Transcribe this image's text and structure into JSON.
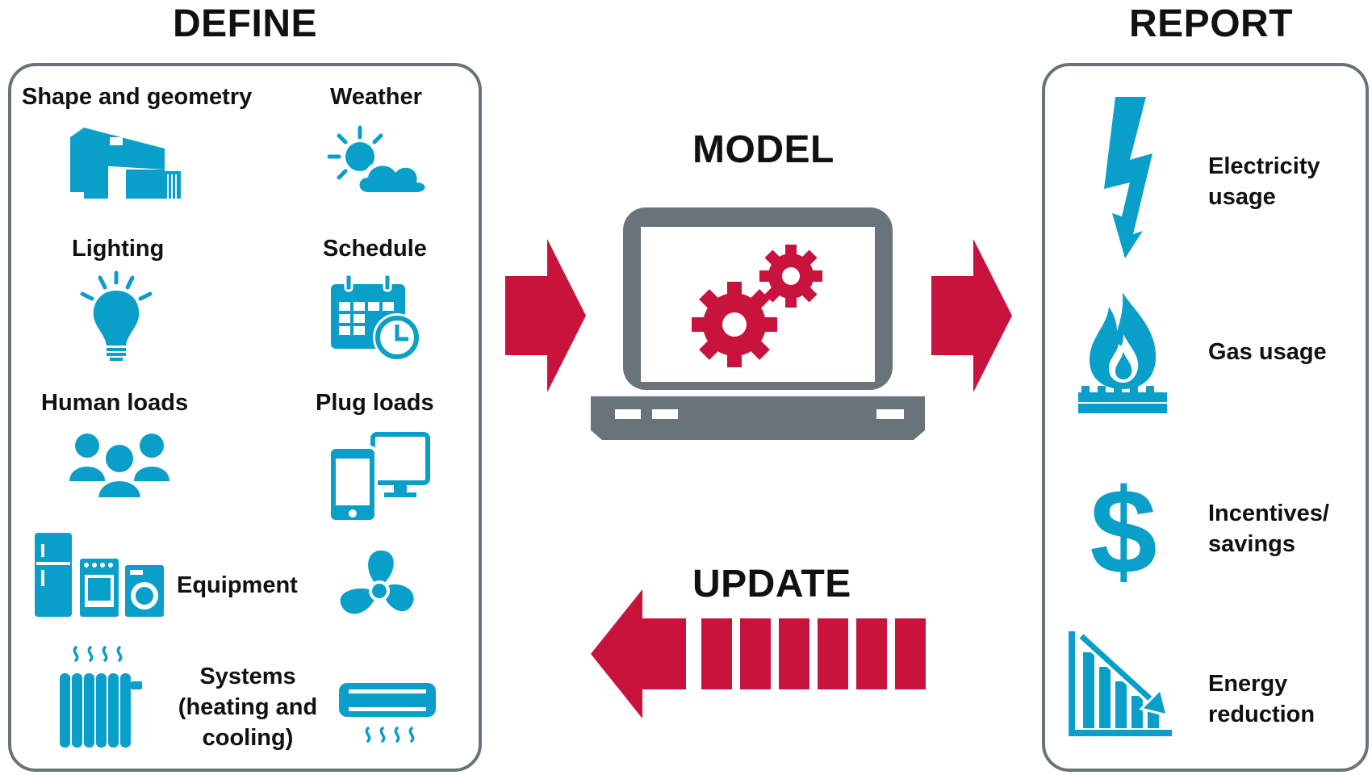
{
  "define": {
    "title": "DEFINE",
    "items": {
      "shape": "Shape and geometry",
      "weather": "Weather",
      "lighting": "Lighting",
      "schedule": "Schedule",
      "human": "Human loads",
      "plug": "Plug loads",
      "equipment": "Equipment",
      "systems": [
        "Systems",
        "(heating and",
        "cooling)"
      ]
    }
  },
  "model": {
    "title": "MODEL"
  },
  "update": {
    "title": "UPDATE"
  },
  "report": {
    "title": "REPORT",
    "items": {
      "electricity": [
        "Electricity",
        "usage"
      ],
      "gas": "Gas usage",
      "incentives": [
        "Incentives/",
        "savings"
      ],
      "energy": [
        "Energy",
        "reduction"
      ]
    }
  },
  "colors": {
    "icon_blue": "#0a9fc8",
    "arrow_red": "#c8143c",
    "laptop_gray": "#68737a",
    "panel_border": "#68737a",
    "text": "#111111"
  }
}
